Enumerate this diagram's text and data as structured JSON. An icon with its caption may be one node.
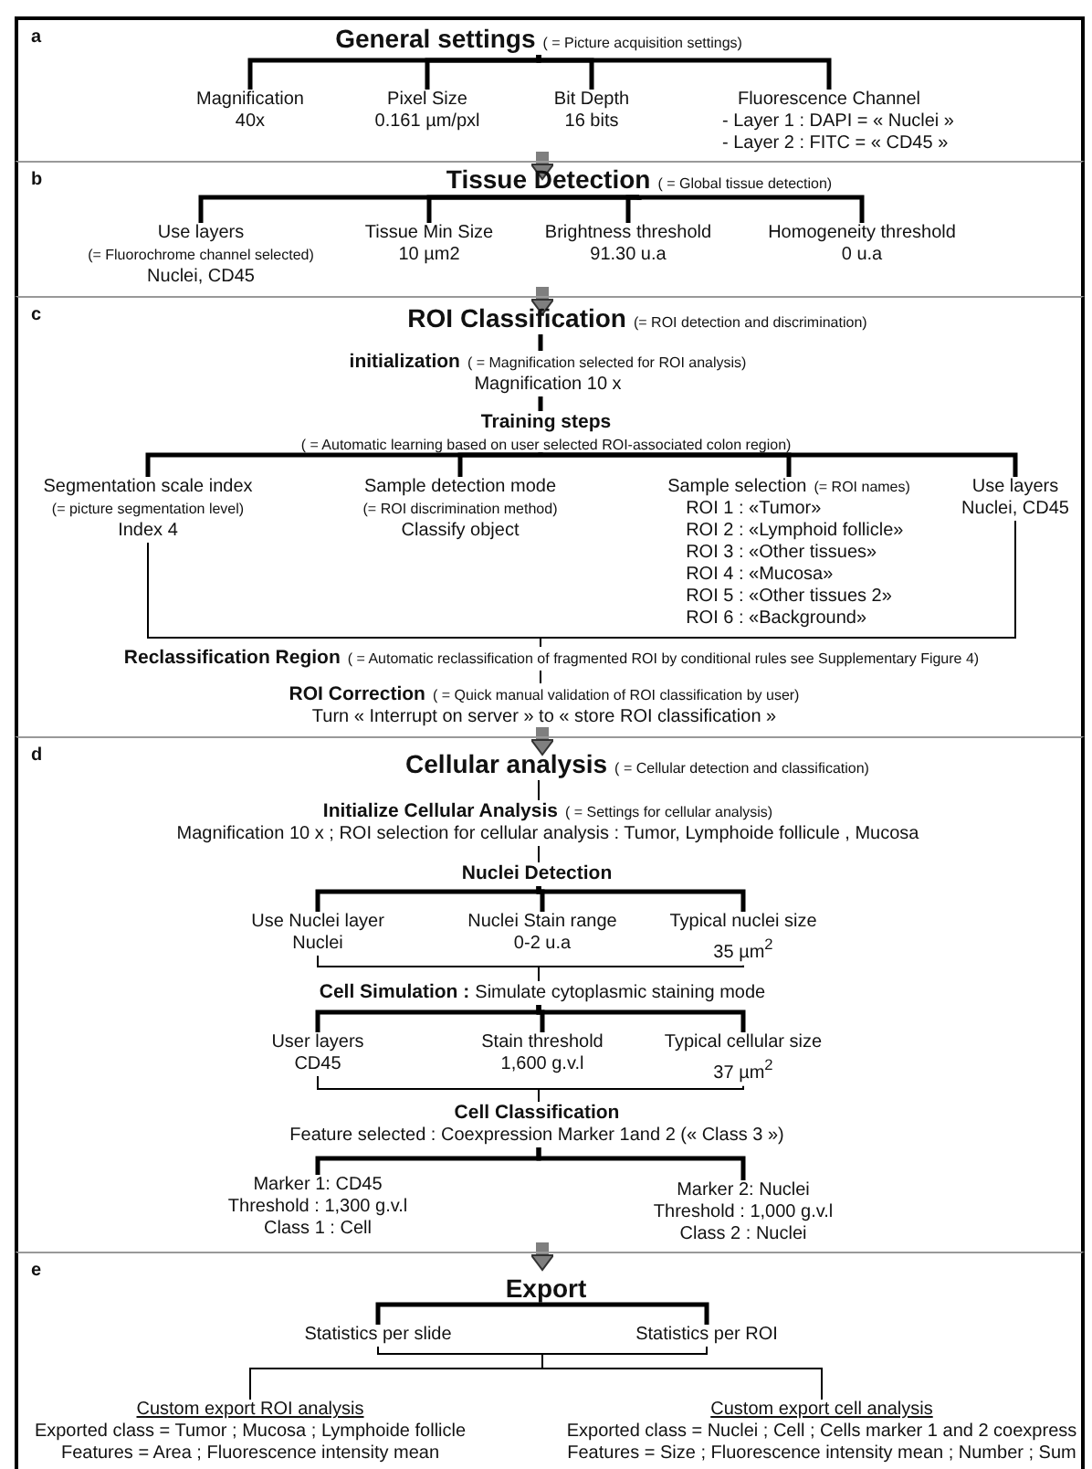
{
  "diagram": {
    "nodes": [
      {
        "text": [
          "a"
        ]
      },
      {
        "text": [
          "General settings",
          "( = Picture acquisition settings)"
        ],
        "in": 0
      },
      {
        "text": [
          "Magnification",
          "40x"
        ],
        "in": 0
      },
      {
        "text": [
          "Pixel Size",
          "0.161 µm/pxl"
        ],
        "in": 0
      },
      {
        "text": [
          "Bit Depth",
          "16 bits"
        ],
        "in": 0
      },
      {
        "text": [
          "Fluorescence Channel",
          "- Layer 1 : DAPI = « Nuclei »",
          "- Layer 2 : FITC = « CD45 »"
        ],
        "in": 0
      },
      {
        "text": [
          "b"
        ]
      },
      {
        "text": [
          "Tissue Detection",
          "( = Global tissue detection)"
        ],
        "in": 6
      },
      {
        "text": [
          "Use layers",
          "(= Fluorochrome channel selected)",
          "Nuclei, CD45"
        ],
        "in": 6
      },
      {
        "text": [
          "Tissue Min Size",
          "10 µm2"
        ],
        "in": 6
      },
      {
        "text": [
          "Brightness threshold",
          "91.30 u.a"
        ],
        "in": 6
      },
      {
        "text": [
          "Homogeneity threshold",
          "0 u.a"
        ],
        "in": 6
      },
      {
        "text": [
          "c"
        ]
      },
      {
        "text": [
          "ROI Classification",
          "(= ROI detection and discrimination)"
        ],
        "in": 12
      },
      {
        "text": [
          "initialization",
          "( = Magnification selected for ROI analysis)",
          "Magnification 10 x"
        ],
        "in": 12
      },
      {
        "text": [
          "Training steps",
          "( = Automatic learning based on user selected ROI-associated colon region)"
        ],
        "in": 12
      },
      {
        "text": [
          "Segmentation scale index",
          "(= picture segmentation level)",
          "Index 4"
        ],
        "in": 12
      },
      {
        "text": [
          "Sample detection mode",
          "(= ROI discrimination method)",
          "Classify object"
        ],
        "in": 12
      },
      {
        "text": [
          "Sample selection",
          "(= ROI names)",
          "ROI 1 : «Tumor»",
          "ROI 2 : «Lymphoid follicle»",
          "ROI 3 : «Other tissues»",
          "ROI 4 : «Mucosa»",
          "ROI 5 : «Other tissues 2»",
          "ROI 6 : «Background»"
        ],
        "in": 12
      },
      {
        "text": [
          "Use layers",
          "Nuclei, CD45"
        ],
        "in": 12
      },
      {
        "text": [
          "Reclassification Region",
          "( = Automatic reclassification of fragmented ROI by conditional rules see Supplementary Figure 4)"
        ],
        "in": 12
      },
      {
        "text": [
          "ROI Correction",
          "( = Quick manual validation of ROI classification by user)",
          "Turn « Interrupt on server » to « store ROI classification »"
        ],
        "in": 12
      },
      {
        "text": [
          "d"
        ]
      },
      {
        "text": [
          "Cellular analysis",
          "( = Cellular detection and classification)"
        ],
        "in": 22
      },
      {
        "text": [
          "Initialize Cellular Analysis",
          "( = Settings for cellular analysis)",
          "Magnification 10 x ; ROI selection for cellular analysis : Tumor, Lymphoide follicule , Mucosa"
        ],
        "in": 22
      },
      {
        "text": [
          "Nuclei Detection"
        ],
        "in": 22
      },
      {
        "text": [
          "Use Nuclei layer",
          "Nuclei"
        ],
        "in": 22
      },
      {
        "text": [
          "Nuclei Stain range",
          "0-2 u.a"
        ],
        "in": 22
      },
      {
        "text": [
          "Typical nuclei size",
          "35 µm$^{2}$"
        ],
        "in": 22
      },
      {
        "text": [
          "Cell Simulation :",
          "Simulate cytoplasmic staining mode"
        ],
        "in": 22
      },
      {
        "text": [
          "User layers",
          "CD45"
        ],
        "in": 22
      },
      {
        "text": [
          "Stain threshold",
          "1,600 g.v.l"
        ],
        "in": 22
      },
      {
        "text": [
          "Typical cellular size",
          "37 µm$^{2}$"
        ],
        "in": 22
      },
      {
        "text": [
          "Cell Classification",
          "Feature selected : Coexpression Marker 1and 2 (« Class 3 »)"
        ],
        "in": 22
      },
      {
        "text": [
          "Marker 1: CD45",
          "Threshold : 1,300 g.v.l",
          "Class 1 : Cell"
        ],
        "in": 22
      },
      {
        "text": [
          "Marker 2: Nuclei",
          "Threshold : 1,000 g.v.l",
          "Class 2 : Nuclei"
        ],
        "in": 22
      },
      {
        "text": [
          "e"
        ]
      },
      {
        "text": [
          "Export"
        ],
        "in": 36
      },
      {
        "text": [
          "Statistics per slide"
        ],
        "in": 36
      },
      {
        "text": [
          "Statistics per ROI"
        ],
        "in": 36
      },
      {
        "text": [
          "Custom export ROI analysis",
          "Exported class = Tumor ; Mucosa ; Lymphoide follicle",
          "Features = Area ; Fluorescence intensity mean"
        ],
        "in": 36
      },
      {
        "text": [
          "Custom export cell analysis",
          "Exported class = Nuclei ; Cell ; Cells marker 1 and 2 coexpress",
          "Features = Size ; Fluorescence intensity mean ; Number ; Sum"
        ],
        "in": 36
      }
    ],
    "edges": [
      {
        "from": 1,
        "to": 2,
        "arrow": "none"
      },
      {
        "from": 1,
        "to": 3,
        "arrow": "none"
      },
      {
        "from": 1,
        "to": 4,
        "arrow": "none"
      },
      {
        "from": 1,
        "to": 5,
        "arrow": "none"
      },
      {
        "from": 0,
        "to": 6,
        "arrow": "to",
        "style": "thick",
        "color": "#7f7f7f"
      },
      {
        "from": 7,
        "to": 8,
        "arrow": "none"
      },
      {
        "from": 7,
        "to": 9,
        "arrow": "none"
      },
      {
        "from": 7,
        "to": 10,
        "arrow": "none"
      },
      {
        "from": 7,
        "to": 11,
        "arrow": "none"
      },
      {
        "from": 6,
        "to": 12,
        "arrow": "to",
        "style": "thick",
        "color": "#7f7f7f"
      },
      {
        "from": 13,
        "to": 14,
        "arrow": "none"
      },
      {
        "from": 14,
        "to": 15,
        "arrow": "none"
      },
      {
        "from": 15,
        "to": 16,
        "arrow": "none"
      },
      {
        "from": 15,
        "to": 17,
        "arrow": "none"
      },
      {
        "from": 15,
        "to": 18,
        "arrow": "none"
      },
      {
        "from": 15,
        "to": 19,
        "arrow": "none"
      },
      {
        "from": 16,
        "to": 20,
        "arrow": "none"
      },
      {
        "from": 19,
        "to": 20,
        "arrow": "none"
      },
      {
        "from": 20,
        "to": 21,
        "arrow": "none"
      },
      {
        "from": 12,
        "to": 22,
        "arrow": "to",
        "style": "thick",
        "color": "#7f7f7f"
      },
      {
        "from": 23,
        "to": 24,
        "arrow": "none"
      },
      {
        "from": 24,
        "to": 25,
        "arrow": "none"
      },
      {
        "from": 25,
        "to": 26,
        "arrow": "none"
      },
      {
        "from": 25,
        "to": 27,
        "arrow": "none"
      },
      {
        "from": 25,
        "to": 28,
        "arrow": "none"
      },
      {
        "from": 26,
        "to": 29,
        "arrow": "none"
      },
      {
        "from": 28,
        "to": 29,
        "arrow": "none"
      },
      {
        "from": 29,
        "to": 30,
        "arrow": "none"
      },
      {
        "from": 29,
        "to": 31,
        "arrow": "none"
      },
      {
        "from": 29,
        "to": 32,
        "arrow": "none"
      },
      {
        "from": 30,
        "to": 33,
        "arrow": "none"
      },
      {
        "from": 32,
        "to": 33,
        "arrow": "none"
      },
      {
        "from": 33,
        "to": 34,
        "arrow": "none"
      },
      {
        "from": 33,
        "to": 35,
        "arrow": "none"
      },
      {
        "from": 22,
        "to": 36,
        "arrow": "to",
        "style": "thick",
        "color": "#7f7f7f"
      },
      {
        "from": 37,
        "to": 38,
        "arrow": "none"
      },
      {
        "from": 37,
        "to": 39,
        "arrow": "none"
      },
      {
        "from": 38,
        "to": 40,
        "arrow": "none"
      },
      {
        "from": 38,
        "to": 41,
        "arrow": "none"
      },
      {
        "from": 39,
        "to": 40,
        "arrow": "none"
      },
      {
        "from": 39,
        "to": 41,
        "arrow": "none"
      }
    ]
  }
}
